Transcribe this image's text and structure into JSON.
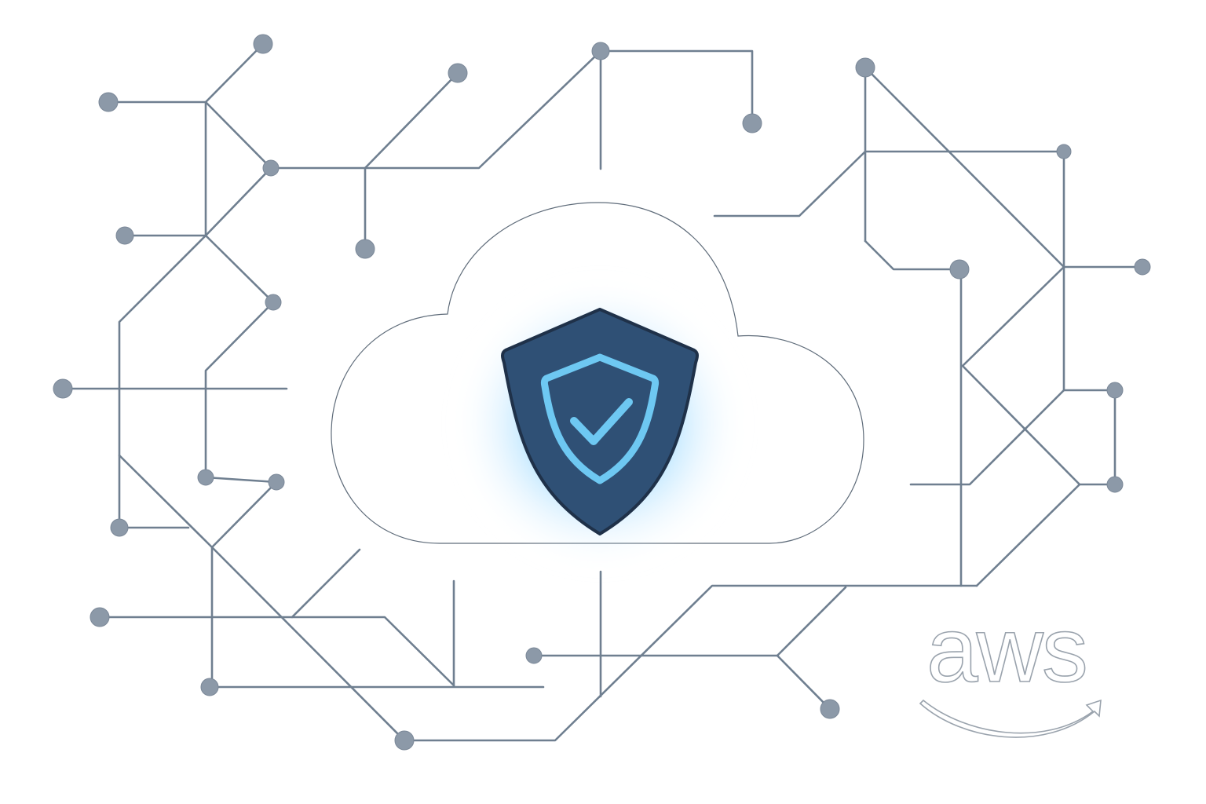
{
  "illustration": {
    "subject": "cloud-security",
    "center": {
      "container_icon": "cloud-icon",
      "badge_icon": "shield-check-icon",
      "badge_glow_color": "#5fc3ff",
      "shield_fill_color": "#2f5075",
      "shield_border_color": "#1f3149",
      "inner_shield_color": "#6ec8f2"
    },
    "network": {
      "icon": "circuit-network-icon",
      "line_color": "#6f7f90",
      "node_color": "#8c99a8"
    },
    "logo": {
      "name": "aws-logo",
      "text": "aws",
      "outline_color": "#9aa3ad"
    }
  }
}
